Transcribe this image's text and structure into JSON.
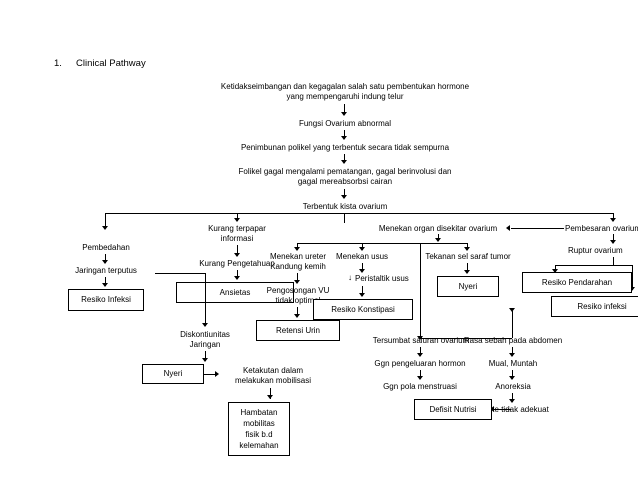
{
  "document": {
    "heading_number": "1.",
    "heading_text": "Clinical Pathway"
  },
  "chart_data": {
    "type": "diagram",
    "title": "Clinical Pathway",
    "subtype": "flowchart",
    "nodes": [
      {
        "id": "n1",
        "label": "Ketidakseimbangan dan kegagalan salah satu pembentukan hormone\nyang mempengaruhi indung telur",
        "boxed": false
      },
      {
        "id": "n2",
        "label": "Fungsi Ovarium abnormal",
        "boxed": false
      },
      {
        "id": "n3",
        "label": "Penimbunan polikel yang terbentuk secara tidak sempurna",
        "boxed": false
      },
      {
        "id": "n4",
        "label": "Folikel gagal mengalami pematangan, gagal berinvolusi dan\ngagal mereabsorbsi cairan",
        "boxed": false
      },
      {
        "id": "n5",
        "label": "Terbentuk kista ovarium",
        "boxed": false
      },
      {
        "id": "n6",
        "label": "Kurang terpapar\ninformasi",
        "boxed": false
      },
      {
        "id": "n7",
        "label": "Pembedahan",
        "boxed": false
      },
      {
        "id": "n8",
        "label": "Jaringan terputus",
        "boxed": false
      },
      {
        "id": "n9",
        "label": "Resiko Infeksi",
        "boxed": true
      },
      {
        "id": "n10",
        "label": "Kurang Pengetahuan",
        "boxed": false
      },
      {
        "id": "n11",
        "label": "Ansietas",
        "boxed": true
      },
      {
        "id": "n12",
        "label": "Diskontiunitas\nJaringan",
        "boxed": false
      },
      {
        "id": "n13",
        "label": "Nyeri",
        "boxed": true
      },
      {
        "id": "n14",
        "label": "Ketakutan dalam\nmelakukan mobilisasi",
        "boxed": false
      },
      {
        "id": "n15",
        "label": "Hambatan\nmobilitas\nfisik b.d\nkelemahan",
        "boxed": true
      },
      {
        "id": "n16",
        "label": "Menekan organ disekitar ovarium",
        "boxed": false
      },
      {
        "id": "n17",
        "label": "Menekan ureter\nKandung kemih",
        "boxed": false
      },
      {
        "id": "n18",
        "label": "Pengosongan VU\ntidak optimal",
        "boxed": false
      },
      {
        "id": "n19",
        "label": "Retensi Urin",
        "boxed": true
      },
      {
        "id": "n20",
        "label": "Menekan usus",
        "boxed": false
      },
      {
        "id": "n21",
        "label": "Peristaltik usus",
        "boxed": false,
        "prefix_arrow": "↓"
      },
      {
        "id": "n22",
        "label": "Resiko Konstipasi",
        "boxed": true
      },
      {
        "id": "n23",
        "label": "Tekanan sel saraf tumor",
        "boxed": false
      },
      {
        "id": "n24",
        "label": "Nyeri",
        "boxed": true
      },
      {
        "id": "n25",
        "label": "Tersumbat saluran ovarium",
        "boxed": false
      },
      {
        "id": "n26",
        "label": "Ggn pengeluaran hormon",
        "boxed": false
      },
      {
        "id": "n27",
        "label": "Ggn pola menstruasi",
        "boxed": false
      },
      {
        "id": "n28",
        "label": "Rasa sebah pada abdomen",
        "boxed": false
      },
      {
        "id": "n29",
        "label": "Mual, Muntah",
        "boxed": false
      },
      {
        "id": "n30",
        "label": "Anoreksia",
        "boxed": false
      },
      {
        "id": "n31",
        "label": "Intake tidak adekuat",
        "boxed": false
      },
      {
        "id": "n32",
        "label": "Defisit Nutrisi",
        "boxed": true
      },
      {
        "id": "n33",
        "label": "Pembesaran ovarium",
        "boxed": false
      },
      {
        "id": "n34",
        "label": "Ruptur ovarium",
        "boxed": false
      },
      {
        "id": "n35",
        "label": "Resiko Pendarahan",
        "boxed": true
      },
      {
        "id": "n36",
        "label": "Resiko infeksi",
        "boxed": true
      }
    ],
    "edges": [
      {
        "from": "n1",
        "to": "n2"
      },
      {
        "from": "n2",
        "to": "n3"
      },
      {
        "from": "n3",
        "to": "n4"
      },
      {
        "from": "n4",
        "to": "n5"
      },
      {
        "from": "n5",
        "to": "n6"
      },
      {
        "from": "n5",
        "to": "n7"
      },
      {
        "from": "n5",
        "to": "n16"
      },
      {
        "from": "n5",
        "to": "n33"
      },
      {
        "from": "n7",
        "to": "n8"
      },
      {
        "from": "n8",
        "to": "n9"
      },
      {
        "from": "n8",
        "to": "n12"
      },
      {
        "from": "n6",
        "to": "n10"
      },
      {
        "from": "n10",
        "to": "n11"
      },
      {
        "from": "n12",
        "to": "n13"
      },
      {
        "from": "n13",
        "to": "n14"
      },
      {
        "from": "n14",
        "to": "n15"
      },
      {
        "from": "n16",
        "to": "n17"
      },
      {
        "from": "n17",
        "to": "n18"
      },
      {
        "from": "n18",
        "to": "n19"
      },
      {
        "from": "n16",
        "to": "n20"
      },
      {
        "from": "n20",
        "to": "n21"
      },
      {
        "from": "n21",
        "to": "n22"
      },
      {
        "from": "n16",
        "to": "n23"
      },
      {
        "from": "n23",
        "to": "n24"
      },
      {
        "from": "n16",
        "to": "n25"
      },
      {
        "from": "n25",
        "to": "n26"
      },
      {
        "from": "n26",
        "to": "n27"
      },
      {
        "from": "n16",
        "to": "n28"
      },
      {
        "from": "n28",
        "to": "n29"
      },
      {
        "from": "n29",
        "to": "n30"
      },
      {
        "from": "n30",
        "to": "n31"
      },
      {
        "from": "n31",
        "to": "n32"
      },
      {
        "from": "n33",
        "to": "n16"
      },
      {
        "from": "n33",
        "to": "n34"
      },
      {
        "from": "n34",
        "to": "n35"
      },
      {
        "from": "n34",
        "to": "n36"
      }
    ]
  }
}
